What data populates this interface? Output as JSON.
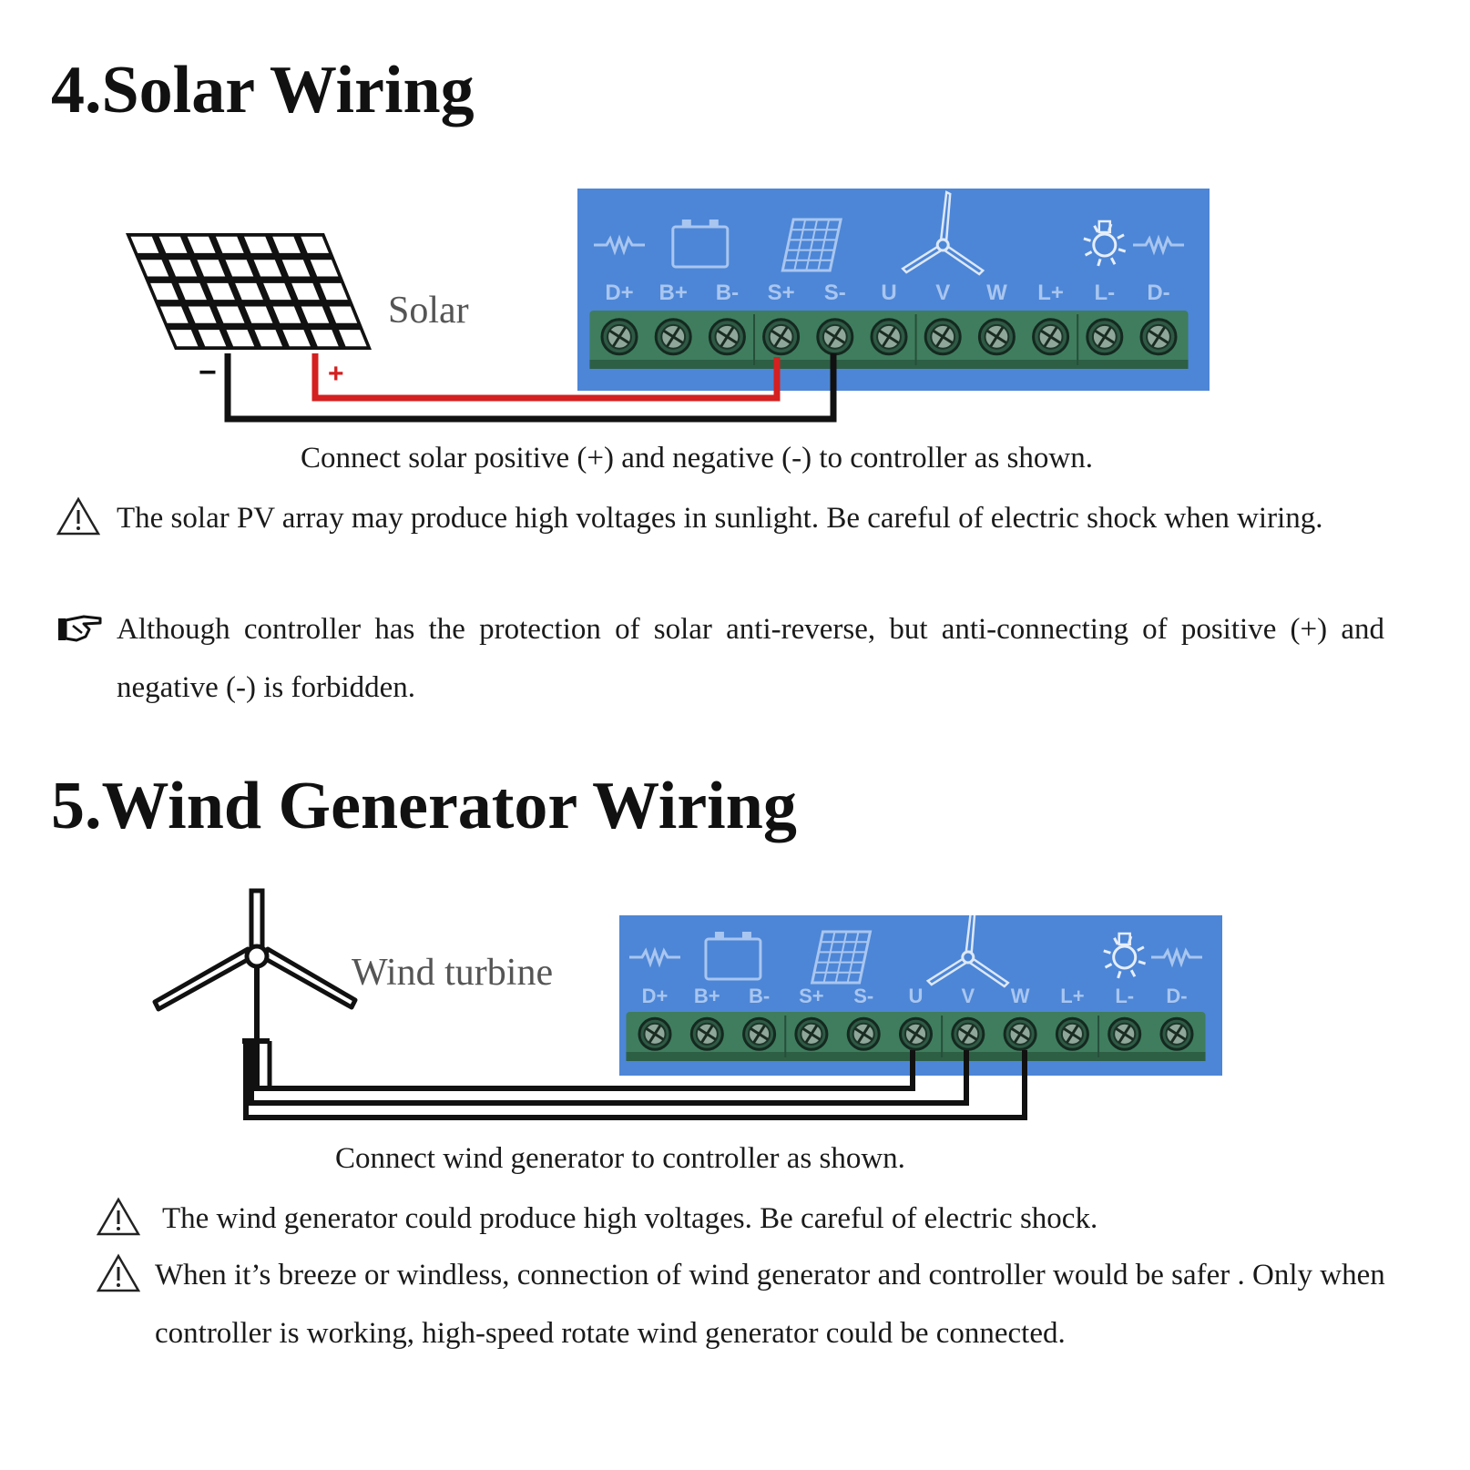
{
  "sections": {
    "solar": {
      "heading": "4.Solar Wiring",
      "panel_label": "Solar",
      "caption": "Connect solar positive (+) and negative (-) to controller as shown.",
      "plus_mark": "+",
      "minus_mark": "−",
      "notes": [
        {
          "icon": "warning-triangle-icon",
          "text": "The solar PV array may produce high voltages in sunlight. Be careful of electric shock when wiring."
        },
        {
          "icon": "pointing-hand-icon",
          "text": "Although controller has the protection of solar anti-reverse, but anti-connecting of positive (+) and negative (-) is forbidden."
        }
      ]
    },
    "wind": {
      "heading": "5.Wind Generator Wiring",
      "turbine_label": "Wind turbine",
      "caption": "Connect wind generator to controller as shown.",
      "notes": [
        {
          "icon": "warning-triangle-icon",
          "text": "The wind generator could produce high voltages. Be careful of electric shock."
        },
        {
          "icon": "warning-triangle-icon",
          "text": "When it’s breeze or windless, connection of wind generator and controller would be safer . Only when controller is working, high-speed rotate wind generator could be connected."
        }
      ]
    }
  },
  "controller": {
    "terminals": [
      "D+",
      "B+",
      "B-",
      "S+",
      "S-",
      "U",
      "V",
      "W",
      "L+",
      "L-",
      "D-"
    ],
    "icons": [
      "resistor-icon",
      "battery-icon",
      "solar-panel-icon",
      "wind-turbine-icon",
      "lamp-icon",
      "resistor-icon"
    ],
    "colors": {
      "body": "#4d86d6",
      "terminal_block": "#3f7d5e",
      "label": "#a9c6f0"
    }
  },
  "wire_colors": {
    "positive": "#d42020",
    "negative": "#111111"
  }
}
